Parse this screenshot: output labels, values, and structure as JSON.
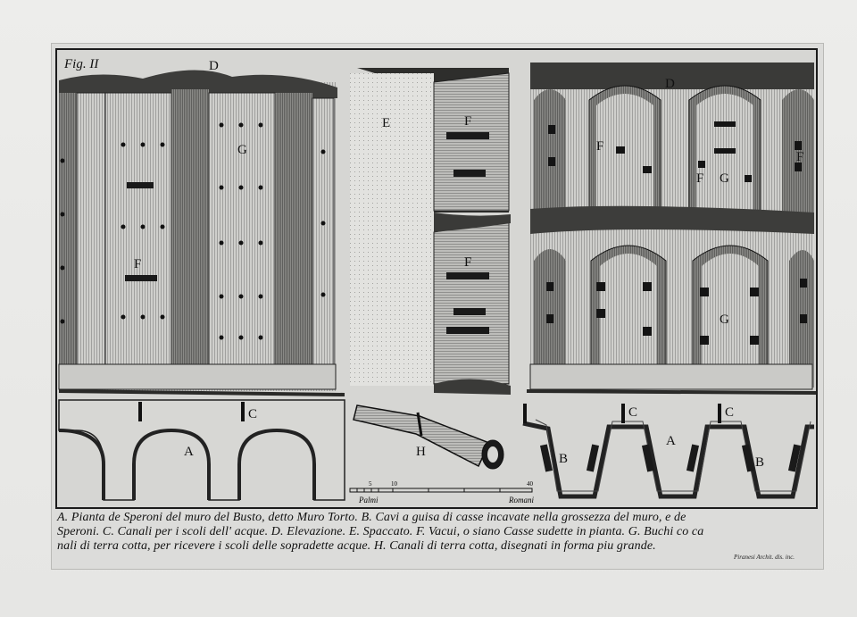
{
  "figure_label": "Fig. II",
  "labels": {
    "a": "A",
    "b": "B",
    "c": "C",
    "d": "D",
    "e": "E",
    "f": "F",
    "g": "G",
    "h": "H"
  },
  "scale": {
    "left_word": "Palmi",
    "right_word": "Romani",
    "ticks": [
      "5",
      "10",
      "40"
    ]
  },
  "caption": {
    "line1": "A. Pianta de Speroni del muro del Busto, detto Muro Torto. B. Cavi a guisa di casse incavate nella grossezza del muro, e de",
    "line2": "Speroni. C. Canali per i scoli dell' acque. D. Elevazione. E. Spaccato. F. Vacui, o siano Casse sudette in pianta. G. Buchi co ca",
    "line3": "nali di terra cotta, per ricevere i scoli delle sopradette acque. H. Canali di terra cotta, disegnati in forma piu grande."
  },
  "signature": "Piranesi Archit. dis. inc."
}
